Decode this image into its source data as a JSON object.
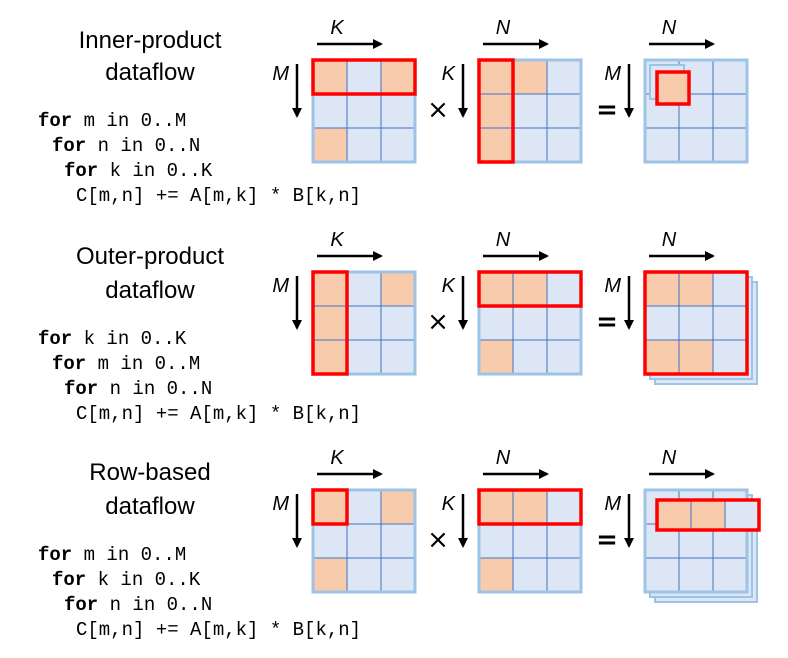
{
  "colors": {
    "cell_fill": "#dce6f4",
    "cell_stroke": "#4472c4",
    "matrix_border": "#9dc3e6",
    "highlight_fill": "#f8cbad",
    "selection": "#ff0000",
    "arrow": "#000000"
  },
  "operators": {
    "times": "×",
    "equals": "="
  },
  "sections": [
    {
      "id": "inner",
      "title_lines": [
        "Inner-product",
        "dataflow"
      ],
      "code": [
        {
          "kw": "for",
          "rest": " m in 0..M"
        },
        {
          "kw": "for",
          "rest": " n in 0..N"
        },
        {
          "kw": "for",
          "rest": " k in 0..K"
        },
        {
          "kw": "",
          "rest": "C[m,n] += A[m,k] * B[k,n]"
        }
      ],
      "matrices": [
        {
          "name": "A",
          "top_label": "K",
          "left_label": "M",
          "filled": [
            [
              0,
              0
            ],
            [
              0,
              2
            ],
            [
              2,
              0
            ]
          ],
          "selections": [
            [
              0,
              0,
              1,
              3
            ]
          ],
          "stack": 0
        },
        {
          "name": "B",
          "top_label": "N",
          "left_label": "K",
          "filled": [
            [
              0,
              0
            ],
            [
              0,
              1
            ],
            [
              1,
              0
            ],
            [
              2,
              0
            ]
          ],
          "selections": [
            [
              0,
              0,
              3,
              1
            ]
          ],
          "stack": 0
        },
        {
          "name": "C",
          "top_label": "N",
          "left_label": "M",
          "filled": [],
          "selections": [],
          "stack": 0,
          "partial": [
            0,
            0
          ]
        }
      ]
    },
    {
      "id": "outer",
      "title_lines": [
        "Outer-product",
        "dataflow"
      ],
      "code": [
        {
          "kw": "for",
          "rest": " k in 0..K"
        },
        {
          "kw": "for",
          "rest": " m in 0..M"
        },
        {
          "kw": "for",
          "rest": " n in 0..N"
        },
        {
          "kw": "",
          "rest": "C[m,n] += A[m,k] * B[k,n]"
        }
      ],
      "matrices": [
        {
          "name": "A",
          "top_label": "K",
          "left_label": "M",
          "filled": [
            [
              0,
              0
            ],
            [
              0,
              2
            ],
            [
              1,
              0
            ],
            [
              2,
              0
            ]
          ],
          "selections": [
            [
              0,
              0,
              3,
              1
            ]
          ],
          "stack": 0
        },
        {
          "name": "B",
          "top_label": "N",
          "left_label": "K",
          "filled": [
            [
              0,
              0
            ],
            [
              0,
              1
            ],
            [
              2,
              0
            ]
          ],
          "selections": [
            [
              0,
              0,
              1,
              3
            ]
          ],
          "stack": 0
        },
        {
          "name": "C",
          "top_label": "N",
          "left_label": "M",
          "filled": [
            [
              0,
              0
            ],
            [
              0,
              1
            ],
            [
              2,
              0
            ],
            [
              2,
              1
            ]
          ],
          "selections": [
            [
              0,
              0,
              3,
              3
            ]
          ],
          "stack": 2
        }
      ]
    },
    {
      "id": "row",
      "title_lines": [
        "Row-based",
        "dataflow"
      ],
      "code": [
        {
          "kw": "for",
          "rest": " m in 0..M"
        },
        {
          "kw": "for",
          "rest": " k in 0..K"
        },
        {
          "kw": "for",
          "rest": " n in 0..N"
        },
        {
          "kw": "",
          "rest": "C[m,n] += A[m,k] * B[k,n]"
        }
      ],
      "matrices": [
        {
          "name": "A",
          "top_label": "K",
          "left_label": "M",
          "filled": [
            [
              0,
              0
            ],
            [
              0,
              2
            ],
            [
              2,
              0
            ]
          ],
          "selections": [
            [
              0,
              0,
              1,
              1
            ]
          ],
          "stack": 0
        },
        {
          "name": "B",
          "top_label": "N",
          "left_label": "K",
          "filled": [
            [
              0,
              0
            ],
            [
              0,
              1
            ],
            [
              2,
              0
            ]
          ],
          "selections": [
            [
              0,
              0,
              1,
              3
            ]
          ],
          "stack": 0
        },
        {
          "name": "C",
          "top_label": "N",
          "left_label": "M",
          "filled": [],
          "selections": [],
          "stack": 2,
          "row_partial": 0
        }
      ]
    }
  ]
}
